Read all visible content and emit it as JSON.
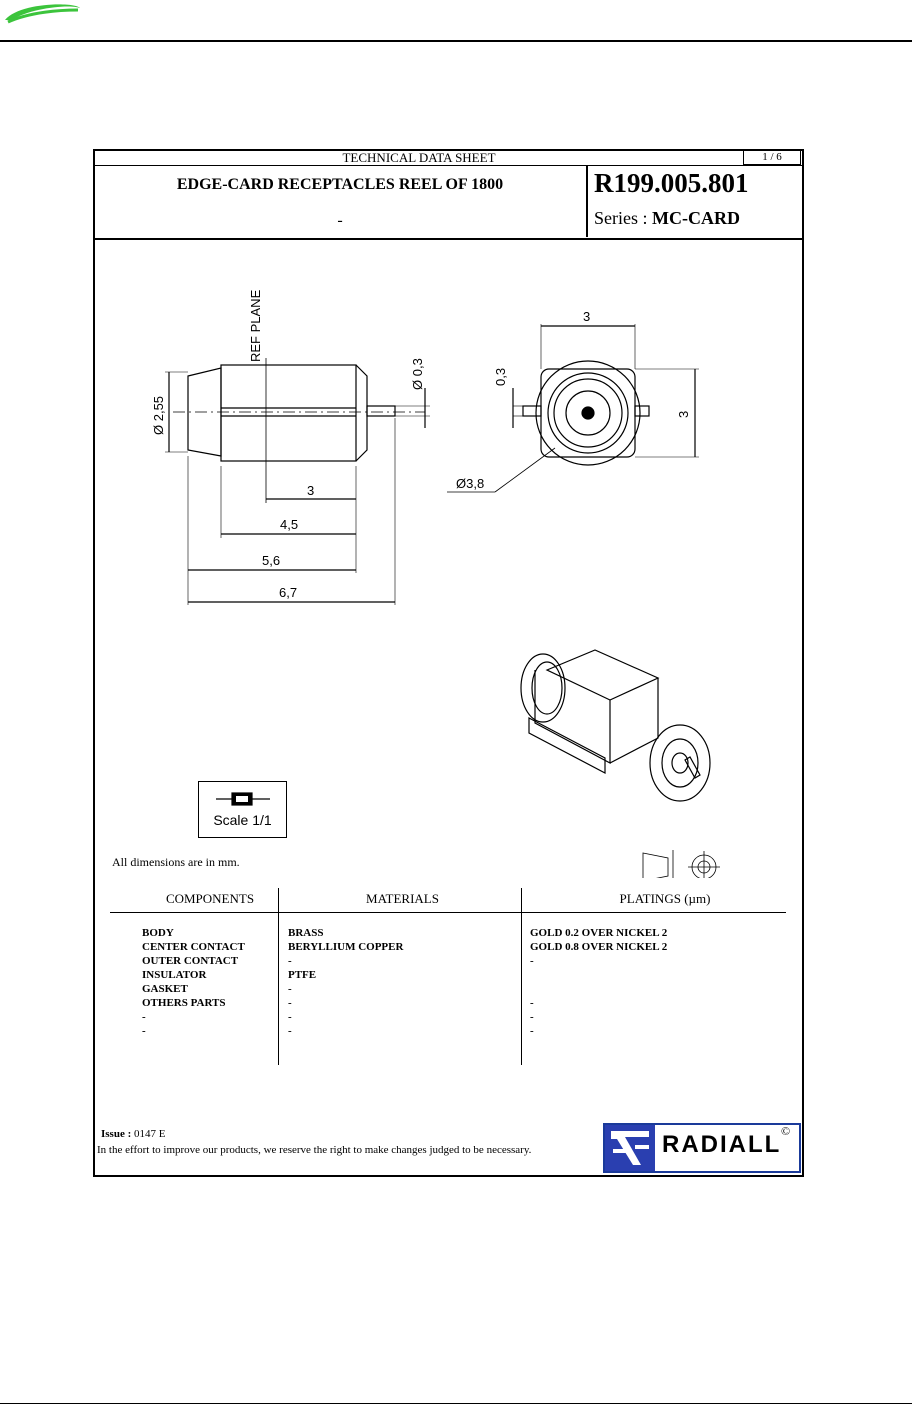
{
  "sheet": {
    "title": "TECHNICAL DATA SHEET",
    "page": "1 / 6",
    "product_title": "EDGE-CARD RECEPTACLES REEL OF 1800",
    "product_subtitle": "-",
    "reference": "R199.005.801",
    "series_label": "Series : ",
    "series_value": "MC-CARD"
  },
  "drawing": {
    "ref_plane": "REF PLANE",
    "dims": {
      "d255": "Ø 2,55",
      "d03": "Ø 0,3",
      "l3": "3",
      "l45": "4,5",
      "l56": "5,6",
      "l67": "6,7",
      "w3_top": "3",
      "w3_side": "3",
      "w03": "0,3",
      "d38": "Ø3,8"
    },
    "scale": "Scale 1/1",
    "dims_note": "All dimensions are in mm."
  },
  "table": {
    "headers": [
      "COMPONENTS",
      "MATERIALS",
      "PLATINGS (µm)"
    ],
    "components": [
      "BODY",
      "CENTER CONTACT",
      "OUTER CONTACT",
      "INSULATOR",
      "GASKET",
      "OTHERS PARTS",
      "-",
      "-"
    ],
    "materials": [
      "BRASS",
      "BERYLLIUM COPPER",
      "-",
      "PTFE",
      "-",
      "-",
      "-",
      "-"
    ],
    "platings": [
      "GOLD 0.2 OVER NICKEL 2",
      "GOLD 0.8 OVER NICKEL 2",
      "-",
      "",
      "",
      "-",
      "-",
      "-"
    ]
  },
  "footer": {
    "issue_label": "Issue : ",
    "issue_value": "0147 E",
    "note": "In the effort to improve our products, we reserve the right to make changes judged to be necessary.",
    "brand": "RADIALL",
    "brand_mark": "©"
  },
  "colors": {
    "header_logo": "#3cc43c",
    "brand_blue": "#2a3fb0"
  }
}
